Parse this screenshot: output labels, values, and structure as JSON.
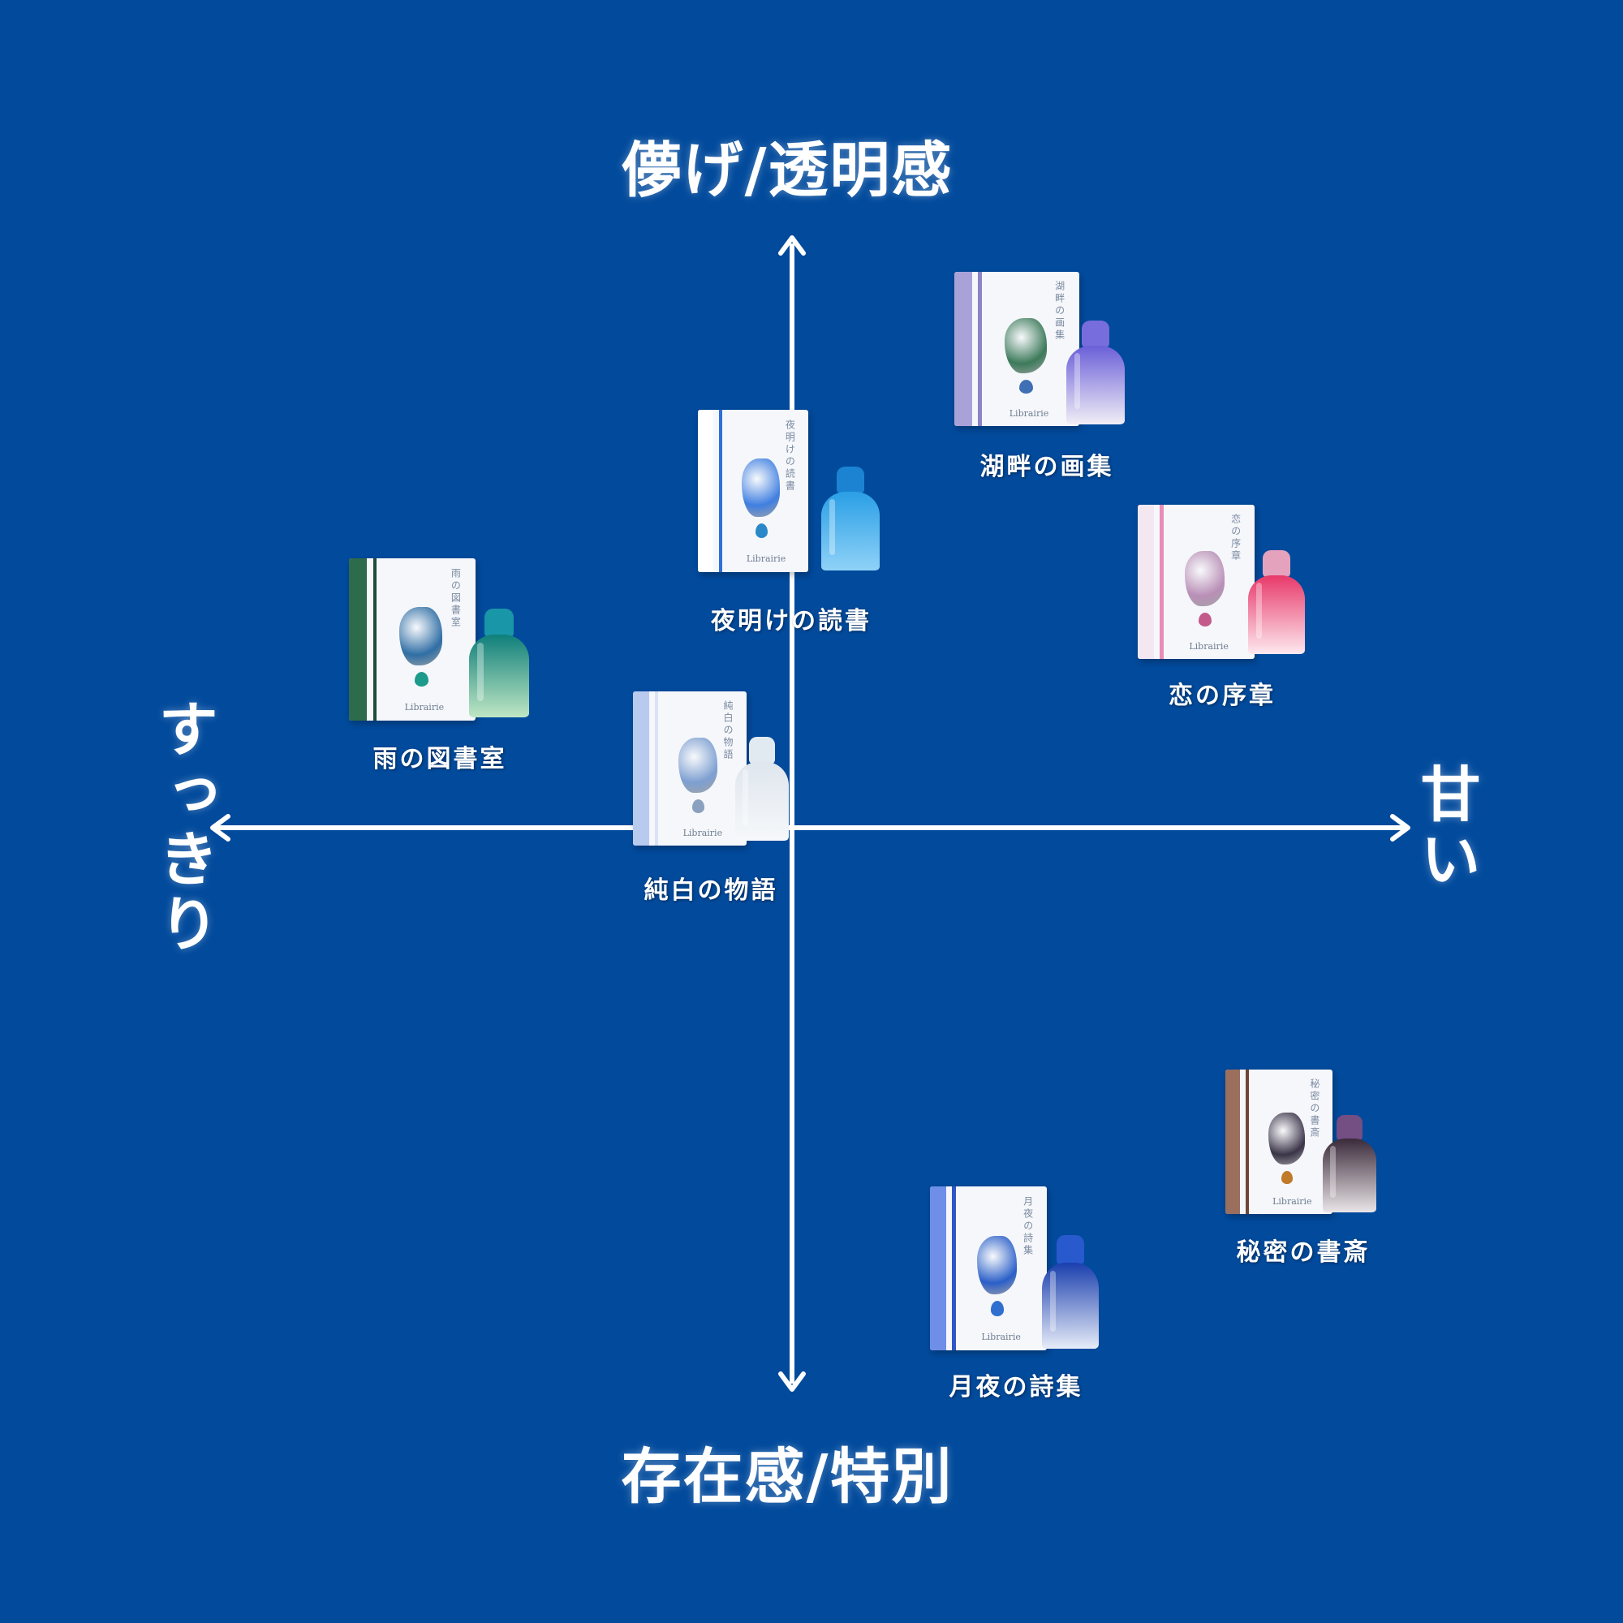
{
  "axes": {
    "top": "儚げ/透明感",
    "bottom": "存在感/特別",
    "left": "すっきり",
    "right": "甘い"
  },
  "brand": "Librairie",
  "colors": {
    "background": "#024a9c",
    "axis": "#ffffff"
  },
  "products": [
    {
      "name": "夜明けの読書",
      "box_text": "夜明けの読書",
      "spine_color": "#ffffff",
      "ribbon_color": "#2f6fd8",
      "window_color": "#3f7fe0",
      "gem_color": "#2a88c8",
      "bottle_top": "#2a9fe6",
      "bottle_bottom": "#8fd2f7",
      "cap_color": "#1e86d6"
    },
    {
      "name": "湖畔の画集",
      "box_text": "湖畔の画集",
      "spine_color": "#a9a2d8",
      "ribbon_color": "#8b84c8",
      "window_color": "#3c7a5a",
      "gem_color": "#3f6fb4",
      "bottle_top": "#6a5fd8",
      "bottle_bottom": "#f1eef6",
      "cap_color": "#7d6fe0"
    },
    {
      "name": "恋の序章",
      "box_text": "恋の序章",
      "spine_color": "#f3e8f1",
      "ribbon_color": "#e88db8",
      "window_color": "#b98fb6",
      "gem_color": "#c45a8a",
      "bottle_top": "#e8396a",
      "bottle_bottom": "#fde9ef",
      "cap_color": "#f1a6bf"
    },
    {
      "name": "雨の図書室",
      "box_text": "雨の図書室",
      "spine_color": "#2e6a4c",
      "ribbon_color": "#1f4d37",
      "window_color": "#2f6ea4",
      "gem_color": "#1c9a8a",
      "bottle_top": "#0f7f7a",
      "bottle_bottom": "#bfe7c4",
      "cap_color": "#1a9aa8"
    },
    {
      "name": "純白の物語",
      "box_text": "純白の物語",
      "spine_color": "#b8cbee",
      "ribbon_color": "#d9e3f6",
      "window_color": "#7d9fd0",
      "gem_color": "#8aa0bf",
      "bottle_top": "#dfe6ee",
      "bottle_bottom": "#f6f8fa",
      "cap_color": "#eef2f6"
    },
    {
      "name": "秘密の書斎",
      "box_text": "秘密の書斎",
      "spine_color": "#9b6f5d",
      "ribbon_color": "#6e4638",
      "window_color": "#3b3448",
      "gem_color": "#c07a2a",
      "bottle_top": "#3a2a3a",
      "bottle_bottom": "#eae5e8",
      "cap_color": "#7a4f82"
    },
    {
      "name": "月夜の詩集",
      "box_text": "月夜の詩集",
      "spine_color": "#6f8ee8",
      "ribbon_color": "#2f55c6",
      "window_color": "#2a5fc8",
      "gem_color": "#2f6fcf",
      "bottle_top": "#1a3fae",
      "bottle_bottom": "#e7ecf8",
      "cap_color": "#2b5bd0"
    }
  ]
}
